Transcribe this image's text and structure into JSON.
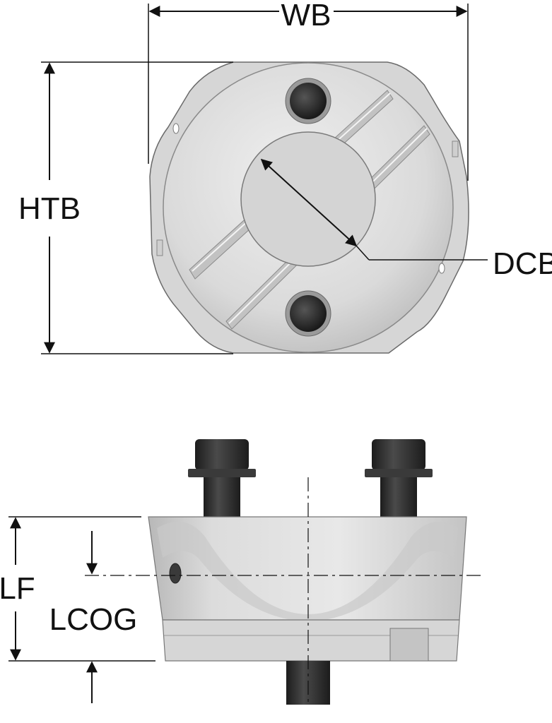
{
  "labels": {
    "wb": "WB",
    "htb": "HTB",
    "dcb": "DCB",
    "lf": "LF",
    "lcog": "LCOG"
  },
  "colors": {
    "ink": "#111111",
    "metal_light": "#e6e6e6",
    "metal_mid": "#cfcfcf",
    "metal_dark": "#9a9a9a",
    "bolt": "#2b2b2b"
  }
}
